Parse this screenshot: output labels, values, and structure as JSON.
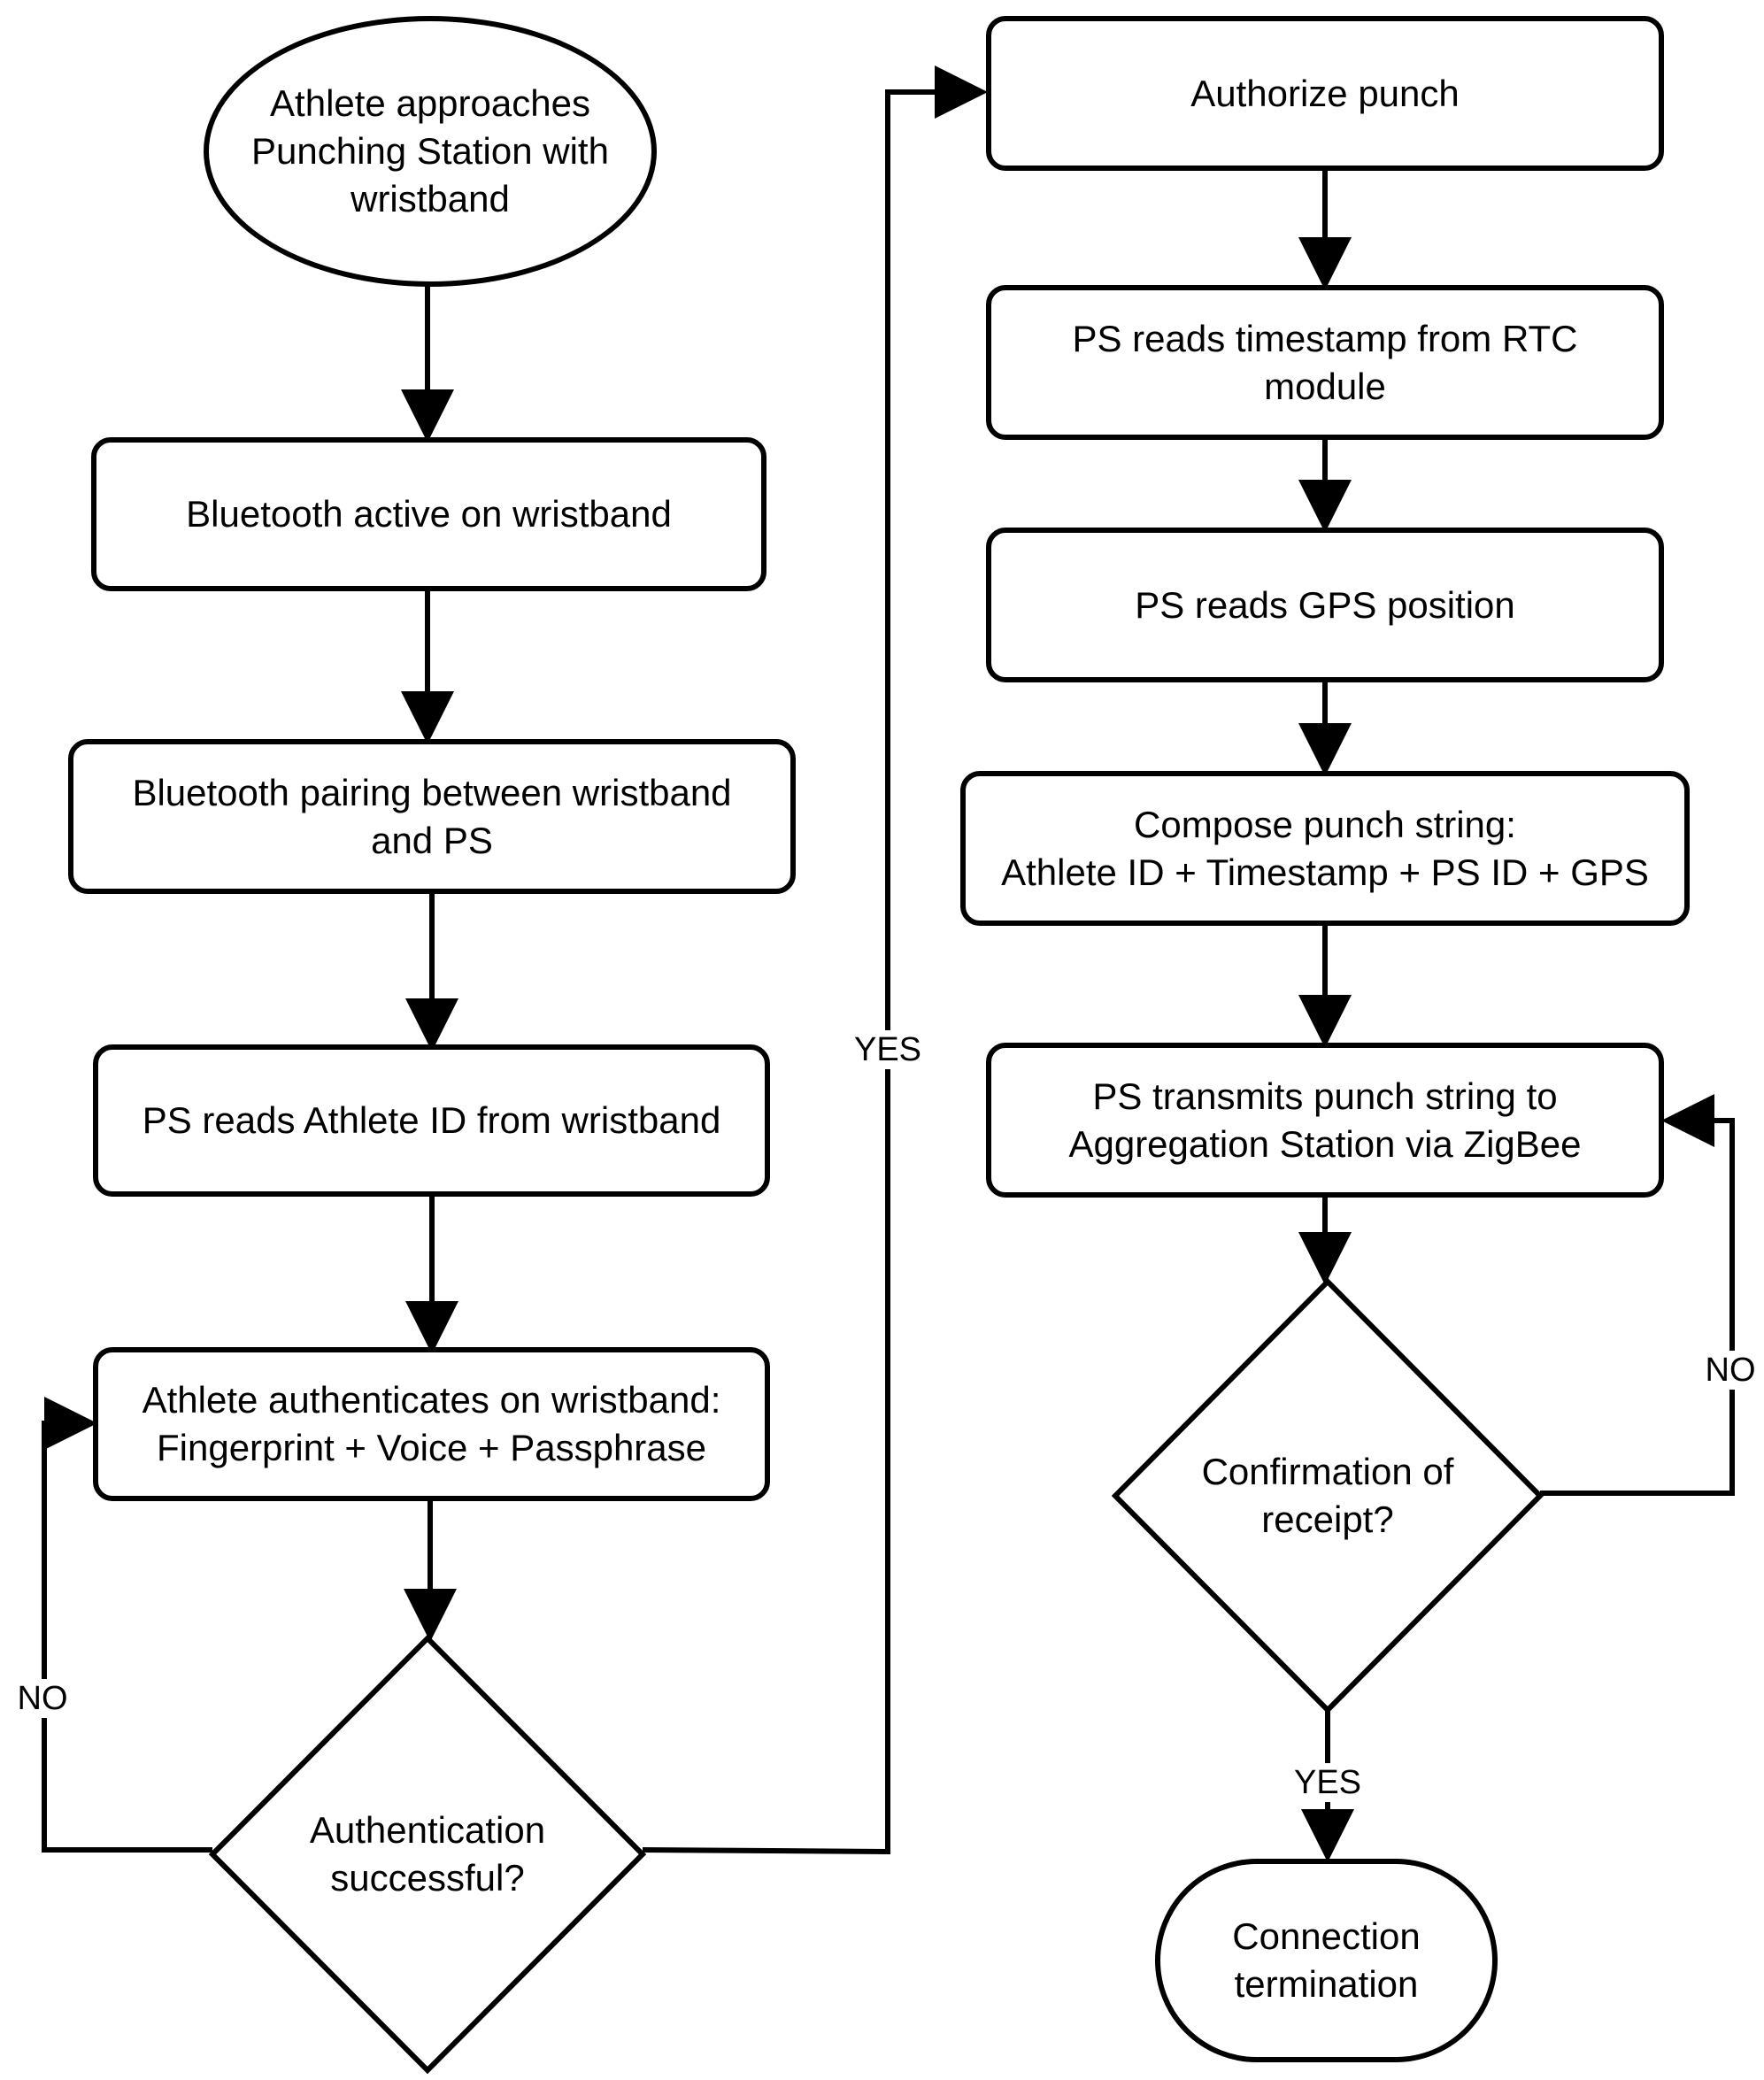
{
  "nodes": {
    "start": {
      "lines": [
        "Athlete approaches",
        "Punching Station with",
        "wristband"
      ]
    },
    "bluetooth_active": {
      "lines": [
        "Bluetooth active on wristband"
      ]
    },
    "bluetooth_pairing": {
      "lines": [
        "Bluetooth pairing between wristband",
        "and PS"
      ]
    },
    "read_athlete_id": {
      "lines": [
        "PS reads Athlete ID from wristband"
      ]
    },
    "authenticate": {
      "lines": [
        "Athlete authenticates on wristband:",
        "Fingerprint + Voice + Passphrase"
      ]
    },
    "auth_decision": {
      "lines": [
        "Authentication",
        "successful?"
      ]
    },
    "authorize_punch": {
      "lines": [
        "Authorize punch"
      ]
    },
    "read_timestamp": {
      "lines": [
        "PS reads timestamp from RTC",
        "module"
      ]
    },
    "read_gps": {
      "lines": [
        "PS reads GPS position"
      ]
    },
    "compose_string": {
      "lines": [
        "Compose punch string:",
        "Athlete ID + Timestamp + PS ID + GPS"
      ]
    },
    "transmit": {
      "lines": [
        "PS transmits punch string to",
        "Aggregation Station via ZigBee"
      ]
    },
    "confirm_decision": {
      "lines": [
        "Confirmation of",
        "receipt?"
      ]
    },
    "end": {
      "lines": [
        "Connection",
        "termination"
      ]
    }
  },
  "edge_labels": {
    "auth_yes": "YES",
    "auth_no": "NO",
    "confirm_no": "NO",
    "confirm_yes": "YES"
  },
  "colors": {
    "stroke": "#000000",
    "fill": "#ffffff"
  }
}
